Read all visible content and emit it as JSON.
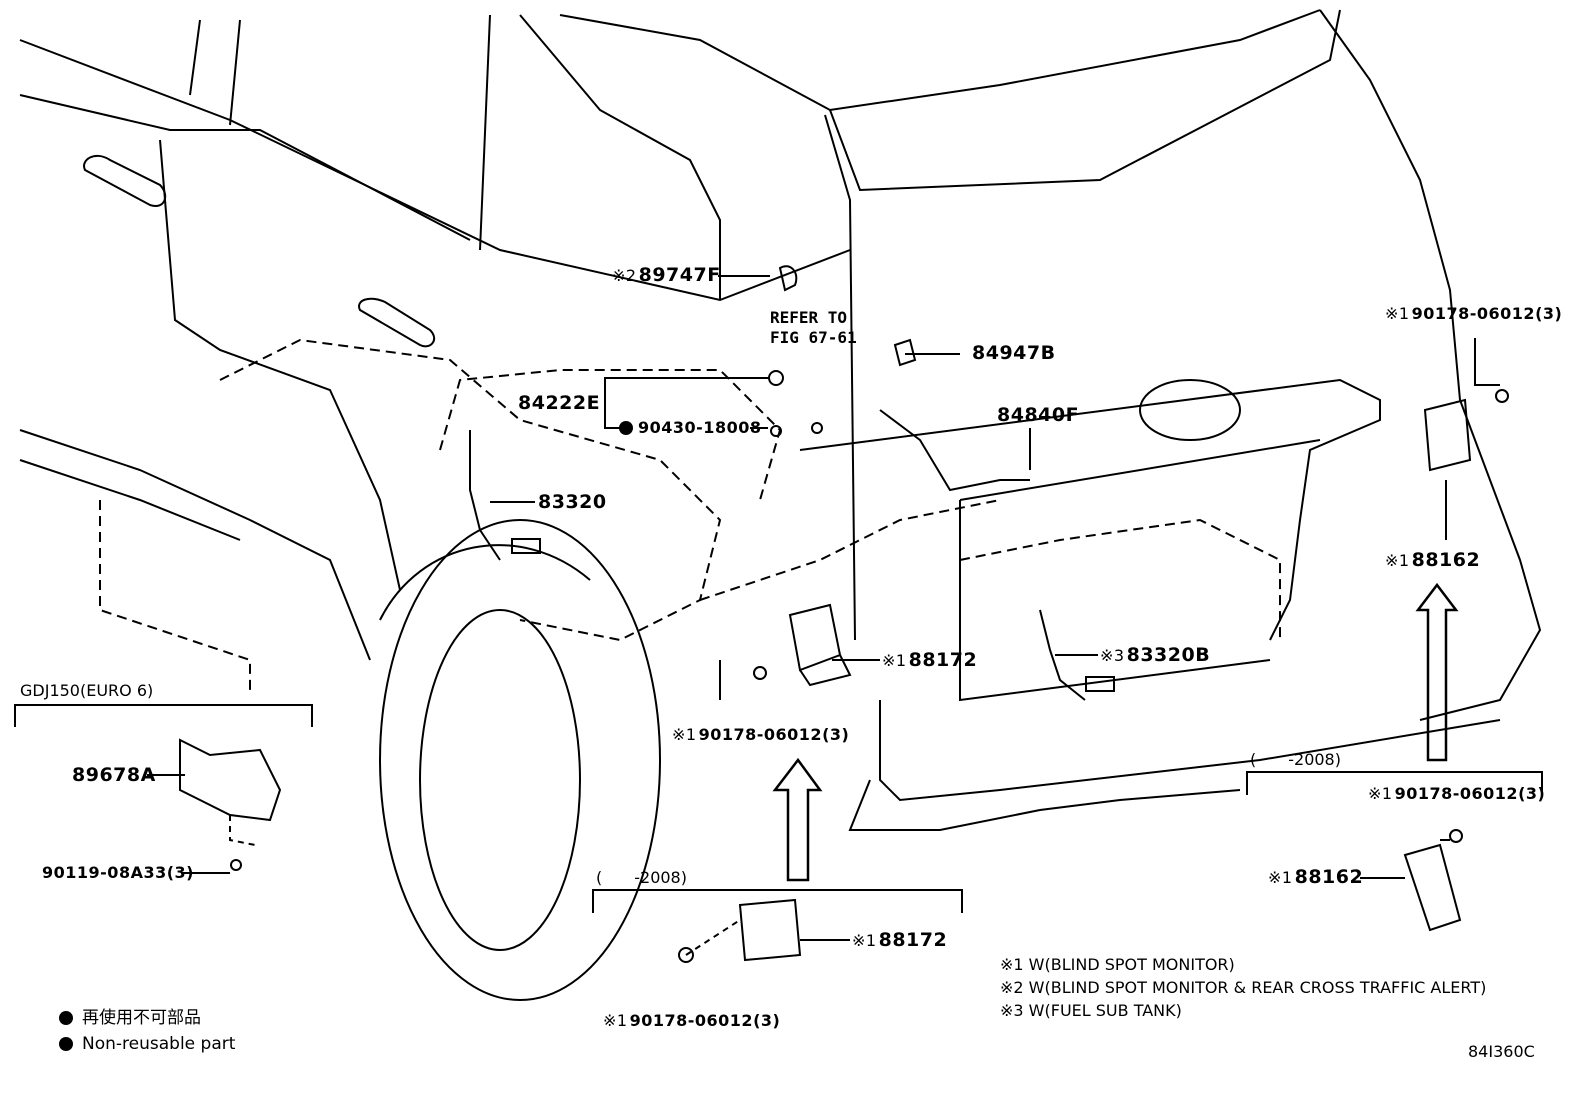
{
  "labels": {
    "p89747F": "89747F",
    "p84947B": "84947B",
    "p84840F": "84840F",
    "p84222E": "84222E",
    "p90430": "90430-18008",
    "p83320": "83320",
    "p88172": "88172",
    "p83320B": "83320B",
    "p88162a": "88162",
    "p90178a": "90178-06012(3)",
    "p90178b": "90178-06012(3)",
    "p90178c": "90178-06012(3)",
    "p90178d": "90178-06012(3)",
    "p88172b": "88172",
    "p88162b": "88162",
    "p89678A": "89678A",
    "p90119": "90119-08A33(3)"
  },
  "marks": {
    "m1": "※1",
    "m2": "※2",
    "m3": "※3"
  },
  "refer": {
    "line1": "REFER TO",
    "line2": "FIG 67-61"
  },
  "groups": {
    "gdj": "GDJ150(EURO 6)",
    "range_right": "(　　-2008)",
    "range_bottom": "(　　-2008)"
  },
  "notes": {
    "n1": "※1 W(BLIND SPOT MONITOR)",
    "n2": "※2 W(BLIND SPOT MONITOR & REAR CROSS TRAFFIC ALERT)",
    "n3": "※3 W(FUEL SUB TANK)"
  },
  "legend": {
    "jp": "再使用不可部品",
    "en": "Non-reusable part"
  },
  "figure_code": "84I360C"
}
